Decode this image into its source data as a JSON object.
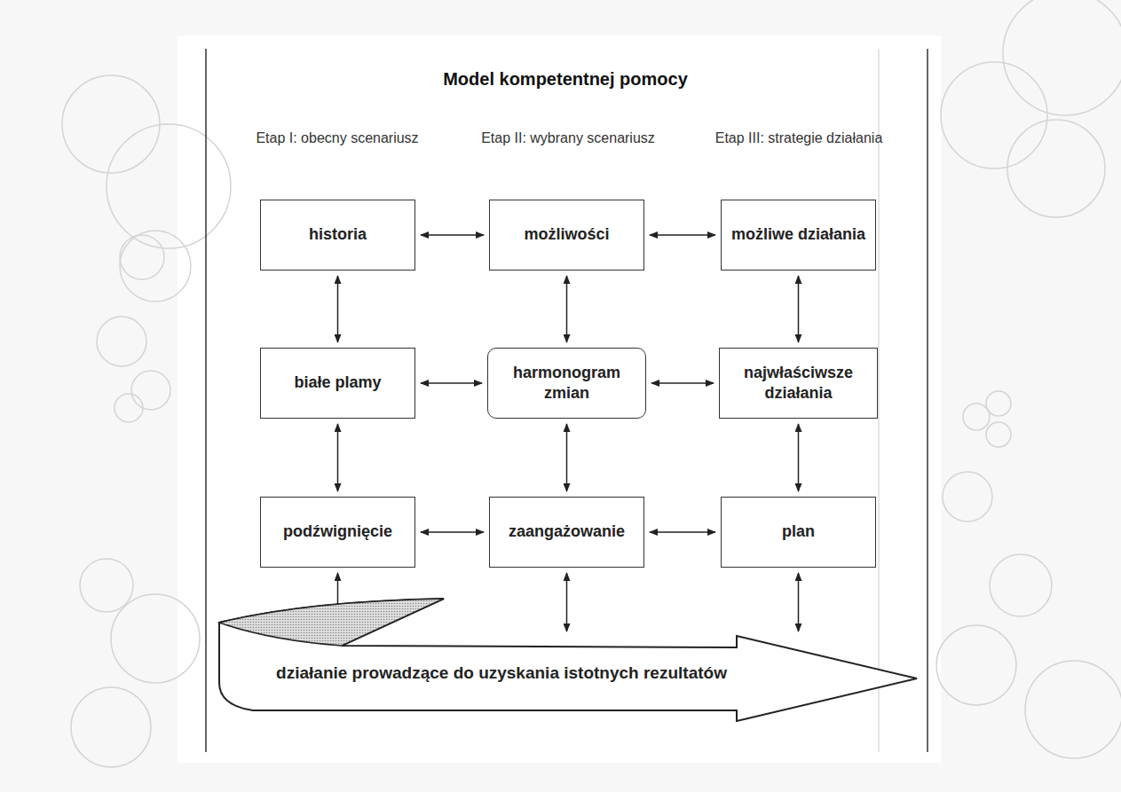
{
  "diagram": {
    "title": "Model kompetentnej pomocy",
    "nodes": [
      {
        "text": [
          "historia"
        ]
      },
      {
        "text": [
          "możliwości"
        ]
      },
      {
        "text": [
          "możliwe działania"
        ]
      },
      {
        "text": [
          "białe plamy"
        ]
      },
      {
        "text": [
          "harmonogram zmian"
        ]
      },
      {
        "text": [
          "najwłaściwsze działania"
        ]
      },
      {
        "text": [
          "podźwignięcie"
        ]
      },
      {
        "text": [
          "zaangażowanie"
        ]
      },
      {
        "text": [
          "plan"
        ]
      },
      {
        "text": [
          "działanie prowadzące do uzyskania istotnych rezultatów"
        ]
      }
    ],
    "edges": [
      {
        "from": 0,
        "to": 1,
        "arrow": "both"
      },
      {
        "from": 1,
        "to": 2,
        "arrow": "both"
      },
      {
        "from": 3,
        "to": 4,
        "arrow": "both"
      },
      {
        "from": 4,
        "to": 5,
        "arrow": "both"
      },
      {
        "from": 6,
        "to": 7,
        "arrow": "both"
      },
      {
        "from": 7,
        "to": 8,
        "arrow": "both"
      },
      {
        "from": 0,
        "to": 3,
        "arrow": "both"
      },
      {
        "from": 3,
        "to": 6,
        "arrow": "both"
      },
      {
        "from": 1,
        "to": 4,
        "arrow": "both"
      },
      {
        "from": 4,
        "to": 7,
        "arrow": "both"
      },
      {
        "from": 2,
        "to": 5,
        "arrow": "both"
      },
      {
        "from": 5,
        "to": 8,
        "arrow": "both"
      },
      {
        "from": 6,
        "to": 9,
        "arrow": "both"
      },
      {
        "from": 7,
        "to": 9,
        "arrow": "both"
      },
      {
        "from": 8,
        "to": 9,
        "arrow": "both"
      }
    ],
    "labels": [
      "Etap I: obecny scenariusz",
      "Etap II: wybrany scenariusz",
      "Etap III: strategie działania"
    ]
  }
}
